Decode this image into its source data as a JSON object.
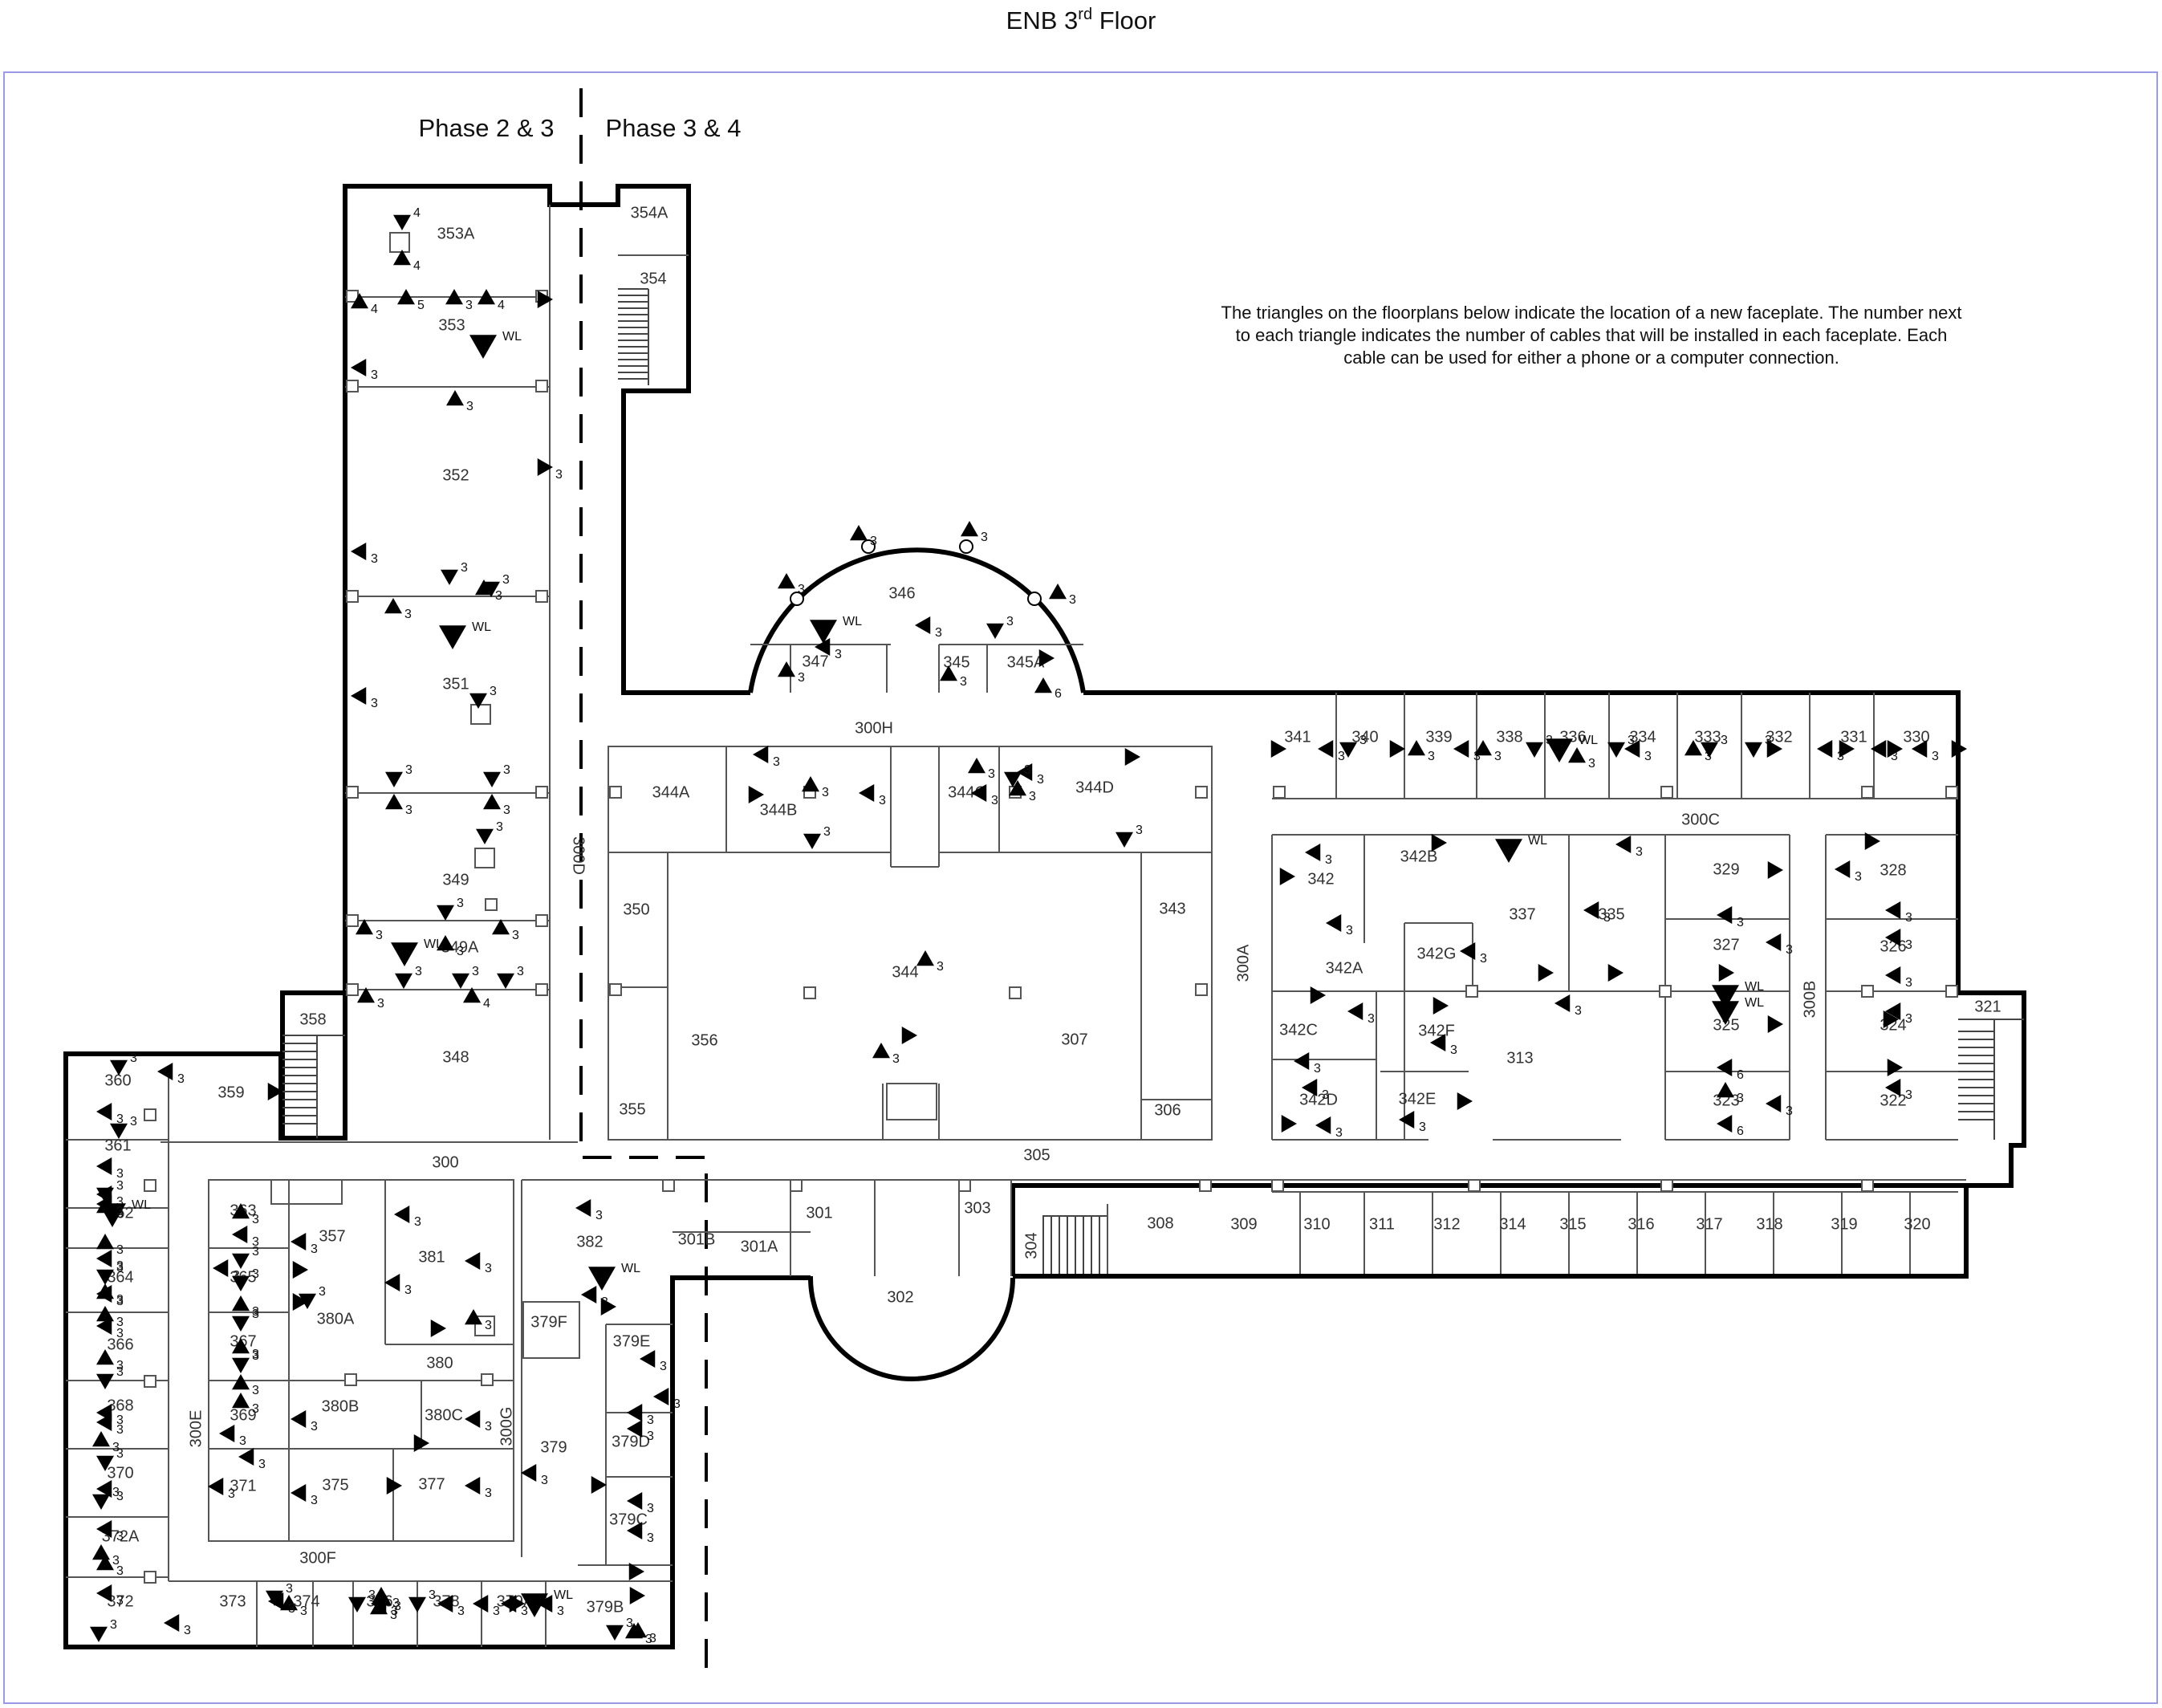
{
  "title": {
    "text": "ENB 3",
    "sup": "rd",
    "suffix": " Floor"
  },
  "phase_left": "Phase 2 & 3",
  "phase_right": "Phase 3 & 4",
  "note_lines": [
    "The triangles on the floorplans below indicate the location of a new faceplate.  The number next",
    "to each triangle indicates the number of cables that will be installed in each faceplate.  Each",
    "cable can be used for either a phone or a computer connection."
  ],
  "colors": {
    "wall": "#000000",
    "thin": "#555555",
    "border": "#9a9ae8",
    "text": "#333333"
  },
  "rooms": [
    {
      "label": "353A"
    },
    {
      "label": "354A"
    },
    {
      "label": "354"
    },
    {
      "label": "353"
    },
    {
      "label": "352"
    },
    {
      "label": "351"
    },
    {
      "label": "349"
    },
    {
      "label": "349A"
    },
    {
      "label": "348"
    },
    {
      "label": "358"
    },
    {
      "label": "359"
    },
    {
      "label": "360"
    },
    {
      "label": "361"
    },
    {
      "label": "362"
    },
    {
      "label": "364"
    },
    {
      "label": "366"
    },
    {
      "label": "368"
    },
    {
      "label": "370"
    },
    {
      "label": "372A"
    },
    {
      "label": "372"
    },
    {
      "label": "300"
    },
    {
      "label": "363"
    },
    {
      "label": "365"
    },
    {
      "label": "367"
    },
    {
      "label": "369"
    },
    {
      "label": "371"
    },
    {
      "label": "357"
    },
    {
      "label": "381"
    },
    {
      "label": "380A"
    },
    {
      "label": "380"
    },
    {
      "label": "380B"
    },
    {
      "label": "380C"
    },
    {
      "label": "375"
    },
    {
      "label": "377"
    },
    {
      "label": "300E"
    },
    {
      "label": "300F"
    },
    {
      "label": "300G"
    },
    {
      "label": "373"
    },
    {
      "label": "374"
    },
    {
      "label": "376"
    },
    {
      "label": "378"
    },
    {
      "label": "379A"
    },
    {
      "label": "379B"
    },
    {
      "label": "379C"
    },
    {
      "label": "379D"
    },
    {
      "label": "379E"
    },
    {
      "label": "379F"
    },
    {
      "label": "379"
    },
    {
      "label": "382"
    },
    {
      "label": "301B"
    },
    {
      "label": "301A"
    },
    {
      "label": "301"
    },
    {
      "label": "302"
    },
    {
      "label": "303"
    },
    {
      "label": "304"
    },
    {
      "label": "305"
    },
    {
      "label": "306"
    },
    {
      "label": "307"
    },
    {
      "label": "356"
    },
    {
      "label": "355"
    },
    {
      "label": "350"
    },
    {
      "label": "344A"
    },
    {
      "label": "344B"
    },
    {
      "label": "344C"
    },
    {
      "label": "344D"
    },
    {
      "label": "344"
    },
    {
      "label": "343"
    },
    {
      "label": "346"
    },
    {
      "label": "347"
    },
    {
      "label": "345"
    },
    {
      "label": "345A"
    },
    {
      "label": "300H"
    },
    {
      "label": "300D"
    },
    {
      "label": "300A"
    },
    {
      "label": "342"
    },
    {
      "label": "342A"
    },
    {
      "label": "342B"
    },
    {
      "label": "342C"
    },
    {
      "label": "342D"
    },
    {
      "label": "342E"
    },
    {
      "label": "342F"
    },
    {
      "label": "342G"
    },
    {
      "label": "337"
    },
    {
      "label": "335"
    },
    {
      "label": "313"
    },
    {
      "label": "329"
    },
    {
      "label": "327"
    },
    {
      "label": "325"
    },
    {
      "label": "323"
    },
    {
      "label": "328"
    },
    {
      "label": "326"
    },
    {
      "label": "324"
    },
    {
      "label": "322"
    },
    {
      "label": "300B"
    },
    {
      "label": "300C"
    },
    {
      "label": "321"
    },
    {
      "label": "341"
    },
    {
      "label": "340"
    },
    {
      "label": "339"
    },
    {
      "label": "338"
    },
    {
      "label": "336"
    },
    {
      "label": "334"
    },
    {
      "label": "333"
    },
    {
      "label": "332"
    },
    {
      "label": "331"
    },
    {
      "label": "330"
    },
    {
      "label": "308"
    },
    {
      "label": "309"
    },
    {
      "label": "310"
    },
    {
      "label": "311"
    },
    {
      "label": "312"
    },
    {
      "label": "314"
    },
    {
      "label": "315"
    },
    {
      "label": "316"
    },
    {
      "label": "317"
    },
    {
      "label": "318"
    },
    {
      "label": "319"
    },
    {
      "label": "320"
    }
  ],
  "faceplates": [
    {
      "dir": "down",
      "label": "4"
    },
    {
      "dir": "up",
      "label": "4"
    },
    {
      "dir": "up",
      "label": "4"
    },
    {
      "dir": "up",
      "label": "5"
    },
    {
      "dir": "up",
      "label": "3"
    },
    {
      "dir": "up",
      "label": "4"
    },
    {
      "dir": "right",
      "label": ""
    },
    {
      "dir": "down",
      "label": "WL",
      "big": true
    },
    {
      "dir": "left",
      "label": "3"
    },
    {
      "dir": "up",
      "label": "3"
    },
    {
      "dir": "right",
      "label": "3"
    },
    {
      "dir": "left",
      "label": "3"
    },
    {
      "dir": "down",
      "label": "3"
    },
    {
      "dir": "up",
      "label": "3"
    },
    {
      "dir": "up",
      "label": "3"
    },
    {
      "dir": "down",
      "label": "3"
    },
    {
      "dir": "down",
      "label": "WL",
      "big": true
    },
    {
      "dir": "left",
      "label": "3"
    },
    {
      "dir": "down",
      "label": "3"
    },
    {
      "dir": "down",
      "label": "3"
    },
    {
      "dir": "up",
      "label": "3"
    },
    {
      "dir": "down",
      "label": "3"
    },
    {
      "dir": "up",
      "label": "3"
    },
    {
      "dir": "down",
      "label": "3"
    },
    {
      "dir": "up",
      "label": "3"
    },
    {
      "dir": "down",
      "label": "3"
    },
    {
      "dir": "up",
      "label": "3"
    },
    {
      "dir": "up",
      "label": "3"
    },
    {
      "dir": "down",
      "label": "WL",
      "big": true
    },
    {
      "dir": "down",
      "label": "3"
    },
    {
      "dir": "down",
      "label": "3"
    },
    {
      "dir": "down",
      "label": "3"
    },
    {
      "dir": "up",
      "label": "3"
    },
    {
      "dir": "up",
      "label": "4"
    },
    {
      "dir": "left",
      "label": "3"
    },
    {
      "dir": "left",
      "label": "3"
    },
    {
      "dir": "left",
      "label": "3"
    },
    {
      "dir": "right",
      "label": ""
    },
    {
      "dir": "down",
      "label": "3"
    },
    {
      "dir": "down",
      "label": "3"
    },
    {
      "dir": "left",
      "label": "3"
    },
    {
      "dir": "up",
      "label": "3"
    },
    {
      "dir": "left",
      "label": "3"
    },
    {
      "dir": "up",
      "label": "3"
    },
    {
      "dir": "left",
      "label": "3"
    },
    {
      "dir": "up",
      "label": "3"
    },
    {
      "dir": "down",
      "label": "WL",
      "big": true
    },
    {
      "dir": "left",
      "label": "3"
    },
    {
      "dir": "left",
      "label": "3"
    },
    {
      "dir": "down",
      "label": "3"
    },
    {
      "dir": "up",
      "label": "3"
    },
    {
      "dir": "left",
      "label": "3"
    },
    {
      "dir": "left",
      "label": "3"
    },
    {
      "dir": "down",
      "label": "3"
    },
    {
      "dir": "up",
      "label": "3"
    },
    {
      "dir": "left",
      "label": "3"
    },
    {
      "dir": "down",
      "label": "3"
    },
    {
      "dir": "up",
      "label": "3"
    },
    {
      "dir": "left",
      "label": "3"
    },
    {
      "dir": "down",
      "label": "3"
    },
    {
      "dir": "up",
      "label": "3"
    },
    {
      "dir": "left",
      "label": "3"
    },
    {
      "dir": "down",
      "label": "3"
    },
    {
      "dir": "up",
      "label": "3"
    },
    {
      "dir": "left",
      "label": "3"
    },
    {
      "dir": "down",
      "label": "3"
    },
    {
      "dir": "up",
      "label": "3"
    },
    {
      "dir": "left",
      "label": "3"
    },
    {
      "dir": "down",
      "label": "3"
    },
    {
      "dir": "left",
      "label": "3"
    },
    {
      "dir": "down",
      "label": "3"
    },
    {
      "dir": "up",
      "label": "3"
    },
    {
      "dir": "down",
      "label": "3"
    },
    {
      "dir": "up",
      "label": "3"
    },
    {
      "dir": "down",
      "label": "3"
    },
    {
      "dir": "up",
      "label": "3"
    },
    {
      "dir": "up",
      "label": "3"
    },
    {
      "dir": "left",
      "label": "3"
    },
    {
      "dir": "left",
      "label": "3"
    },
    {
      "dir": "left",
      "label": "3"
    },
    {
      "dir": "left",
      "label": "3"
    },
    {
      "dir": "right",
      "label": ""
    },
    {
      "dir": "right",
      "label": ""
    },
    {
      "dir": "left",
      "label": "3"
    },
    {
      "dir": "up",
      "label": "3"
    },
    {
      "dir": "left",
      "label": "3"
    },
    {
      "dir": "down",
      "label": "3"
    },
    {
      "dir": "left",
      "label": "3"
    },
    {
      "dir": "right",
      "label": ""
    },
    {
      "dir": "left",
      "label": "3"
    },
    {
      "dir": "left",
      "label": "3"
    },
    {
      "dir": "right",
      "label": ""
    },
    {
      "dir": "left",
      "label": "3"
    },
    {
      "dir": "right",
      "label": ""
    },
    {
      "dir": "left",
      "label": "3"
    },
    {
      "dir": "left",
      "label": "3"
    },
    {
      "dir": "left",
      "label": "3"
    },
    {
      "dir": "right",
      "label": ""
    },
    {
      "dir": "down",
      "label": "WL",
      "big": true
    },
    {
      "dir": "left",
      "label": "3"
    },
    {
      "dir": "left",
      "label": "3"
    },
    {
      "dir": "left",
      "label": "3"
    },
    {
      "dir": "left",
      "label": "3"
    },
    {
      "dir": "left",
      "label": "3"
    },
    {
      "dir": "left",
      "label": "3"
    },
    {
      "dir": "left",
      "label": "3"
    },
    {
      "dir": "right",
      "label": ""
    },
    {
      "dir": "right",
      "label": ""
    },
    {
      "dir": "right",
      "label": ""
    },
    {
      "dir": "up",
      "label": "3"
    },
    {
      "dir": "down",
      "label": "3"
    },
    {
      "dir": "up",
      "label": "3"
    },
    {
      "dir": "left",
      "label": "3"
    },
    {
      "dir": "down",
      "label": "3"
    },
    {
      "dir": "up",
      "label": "3"
    },
    {
      "dir": "left",
      "label": "3"
    },
    {
      "dir": "down",
      "label": "3"
    },
    {
      "dir": "left",
      "label": "3"
    },
    {
      "dir": "left",
      "label": "3"
    },
    {
      "dir": "left",
      "label": "3"
    },
    {
      "dir": "right",
      "label": ""
    },
    {
      "dir": "down",
      "label": "WL",
      "big": true
    },
    {
      "dir": "up",
      "label": "3"
    },
    {
      "dir": "down",
      "label": "3"
    },
    {
      "dir": "left",
      "label": "3"
    },
    {
      "dir": "up",
      "label": "3"
    },
    {
      "dir": "up",
      "label": "3"
    },
    {
      "dir": "up",
      "label": "3"
    },
    {
      "dir": "up",
      "label": "3"
    },
    {
      "dir": "up",
      "label": "3"
    },
    {
      "dir": "down",
      "label": "WL",
      "big": true
    },
    {
      "dir": "left",
      "label": "3"
    },
    {
      "dir": "up",
      "label": "3"
    },
    {
      "dir": "left",
      "label": "3"
    },
    {
      "dir": "down",
      "label": "3"
    },
    {
      "dir": "up",
      "label": "3"
    },
    {
      "dir": "up",
      "label": "3"
    },
    {
      "dir": "right",
      "label": ""
    },
    {
      "dir": "up",
      "label": "6"
    },
    {
      "dir": "up",
      "label": "3"
    },
    {
      "dir": "up",
      "label": "3"
    },
    {
      "dir": "right",
      "label": ""
    },
    {
      "dir": "left",
      "label": "3"
    },
    {
      "dir": "left",
      "label": "3"
    },
    {
      "dir": "up",
      "label": "3"
    },
    {
      "dir": "down",
      "label": "3"
    },
    {
      "dir": "right",
      "label": ""
    },
    {
      "dir": "left",
      "label": "3"
    },
    {
      "dir": "up",
      "label": "3"
    },
    {
      "dir": "down",
      "label": "3"
    },
    {
      "dir": "right",
      "label": ""
    },
    {
      "dir": "left",
      "label": "3"
    },
    {
      "dir": "up",
      "label": "3"
    },
    {
      "dir": "down",
      "label": "3"
    },
    {
      "dir": "right",
      "label": ""
    },
    {
      "dir": "left",
      "label": "3"
    },
    {
      "dir": "down",
      "label": "3"
    },
    {
      "dir": "right",
      "label": ""
    },
    {
      "dir": "up",
      "label": "3"
    },
    {
      "dir": "left",
      "label": "3"
    },
    {
      "dir": "up",
      "label": "3"
    },
    {
      "dir": "down",
      "label": "3"
    },
    {
      "dir": "down",
      "label": "WL",
      "big": true
    },
    {
      "dir": "up",
      "label": "3"
    },
    {
      "dir": "down",
      "label": "3"
    },
    {
      "dir": "left",
      "label": "3"
    },
    {
      "dir": "up",
      "label": "3"
    },
    {
      "dir": "down",
      "label": "3"
    },
    {
      "dir": "down",
      "label": "3"
    },
    {
      "dir": "right",
      "label": ""
    },
    {
      "dir": "left",
      "label": "3"
    },
    {
      "dir": "right",
      "label": ""
    },
    {
      "dir": "left",
      "label": "3"
    },
    {
      "dir": "right",
      "label": ""
    },
    {
      "dir": "left",
      "label": "3"
    },
    {
      "dir": "right",
      "label": ""
    },
    {
      "dir": "left",
      "label": "3"
    },
    {
      "dir": "right",
      "label": ""
    },
    {
      "dir": "left",
      "label": "3"
    },
    {
      "dir": "right",
      "label": ""
    },
    {
      "dir": "down",
      "label": "WL",
      "big": true
    },
    {
      "dir": "left",
      "label": "3"
    },
    {
      "dir": "right",
      "label": ""
    },
    {
      "dir": "left",
      "label": "3"
    },
    {
      "dir": "right",
      "label": ""
    },
    {
      "dir": "left",
      "label": "3"
    },
    {
      "dir": "right",
      "label": ""
    },
    {
      "dir": "left",
      "label": "3"
    },
    {
      "dir": "right",
      "label": ""
    },
    {
      "dir": "left",
      "label": "3"
    },
    {
      "dir": "right",
      "label": ""
    },
    {
      "dir": "left",
      "label": "3"
    },
    {
      "dir": "left",
      "label": "3"
    },
    {
      "dir": "left",
      "label": "3"
    },
    {
      "dir": "right",
      "label": ""
    },
    {
      "dir": "left",
      "label": "3"
    },
    {
      "dir": "left",
      "label": "3"
    },
    {
      "dir": "right",
      "label": ""
    },
    {
      "dir": "left",
      "label": "3"
    },
    {
      "dir": "right",
      "label": ""
    },
    {
      "dir": "left",
      "label": "3"
    },
    {
      "dir": "right",
      "label": ""
    },
    {
      "dir": "left",
      "label": "3"
    },
    {
      "dir": "right",
      "label": ""
    },
    {
      "dir": "left",
      "label": "3"
    },
    {
      "dir": "right",
      "label": ""
    },
    {
      "dir": "down",
      "label": "WL",
      "big": true
    },
    {
      "dir": "down",
      "label": "WL",
      "big": true
    },
    {
      "dir": "left",
      "label": "6"
    },
    {
      "dir": "up",
      "label": "3"
    },
    {
      "dir": "left",
      "label": "6"
    },
    {
      "dir": "left",
      "label": "3"
    },
    {
      "dir": "left",
      "label": "3"
    },
    {
      "dir": "left",
      "label": "3"
    },
    {
      "dir": "left",
      "label": "3"
    },
    {
      "dir": "right",
      "label": ""
    },
    {
      "dir": "left",
      "label": "3"
    }
  ]
}
